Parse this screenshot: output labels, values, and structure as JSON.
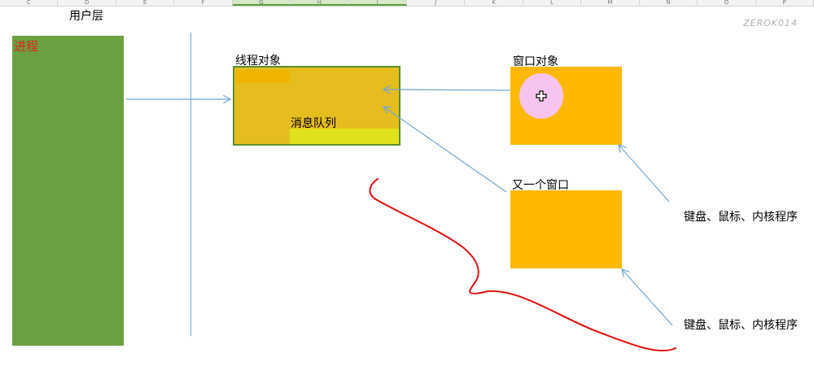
{
  "sheet": {
    "columns": [
      "C",
      "D",
      "E",
      "F",
      "G",
      "H",
      "I",
      "J",
      "K",
      "L",
      "M",
      "N",
      "O",
      "P"
    ]
  },
  "labels": {
    "user_layer": "用户层",
    "process": "进程",
    "thread_object": "线程对象",
    "message_queue": "消息队列",
    "window_object": "窗口对象",
    "another_window": "又一个窗口",
    "input_sources_1": "键盘、鼠标、内核程序",
    "input_sources_2": "键盘、鼠标、内核程序"
  },
  "watermark": "ZEROK014",
  "colors": {
    "process_green": "#6aa040",
    "thread_fill": "#e6bd1e",
    "thread_border": "#5b8f2e",
    "queue_yellow": "#dfe21d",
    "window_orange": "#ffb800",
    "arrow_blue": "#6fa7d6",
    "process_label_red": "#e2261c",
    "annotation_red": "#e3100f",
    "cursor_pink": "#f7c4f0"
  },
  "icons": {
    "cursor": "move-cursor-icon"
  }
}
